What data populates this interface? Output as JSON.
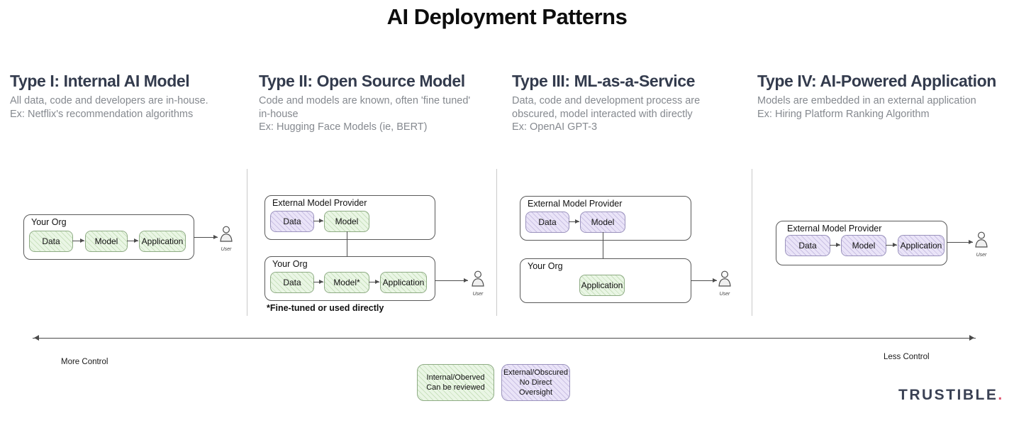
{
  "title": "AI Deployment Patterns",
  "columns": [
    {
      "heading": "Type I: Internal AI Model",
      "description": "All data, code and developers are in-house.\nEx: Netflix's recommendation algorithms"
    },
    {
      "heading": "Type II: Open Source Model",
      "description": "Code and models are known, often 'fine tuned'\nin-house\nEx: Hugging Face Models (ie, BERT)"
    },
    {
      "heading": "Type III: ML-as-a-Service",
      "description": "Data, code and development process are\nobscured, model interacted with directly\nEx: OpenAI GPT-3"
    },
    {
      "heading": "Type IV: AI-Powered Application",
      "description": "Models are embedded in an external application\nEx: Hiring Platform Ranking Algorithm"
    }
  ],
  "diagrams": {
    "type1": {
      "org_label": "Your Org",
      "boxes": [
        "Data",
        "Model",
        "Application"
      ],
      "user_label": "User"
    },
    "type2": {
      "provider_label": "External Model Provider",
      "provider_boxes": [
        "Data",
        "Model"
      ],
      "org_label": "Your Org",
      "org_boxes": [
        "Data",
        "Model*",
        "Application"
      ],
      "footnote": "*Fine-tuned or used directly",
      "user_label": "User"
    },
    "type3": {
      "provider_label": "External Model Provider",
      "provider_boxes": [
        "Data",
        "Model"
      ],
      "org_label": "Your Org",
      "org_boxes": [
        "Application"
      ],
      "user_label": "User"
    },
    "type4": {
      "provider_label": "External Model Provider",
      "boxes": [
        "Data",
        "Model",
        "Application"
      ],
      "user_label": "User"
    }
  },
  "axis": {
    "left_label": "More Control",
    "right_label": "Less Control"
  },
  "legend": [
    {
      "text": "Internal/Oberved\nCan be reviewed",
      "variant": "green"
    },
    {
      "text": "External/Obscured\nNo Direct Oversight",
      "variant": "purple"
    }
  ],
  "brand": {
    "name": "TRUSTIBLE",
    "mark": "."
  },
  "colors": {
    "green_fill": "#eaf6e5",
    "green_border": "#8fac85",
    "purple_fill": "#eae4f8",
    "purple_border": "#9b93bd",
    "heading": "#333b4d",
    "description": "#85898f",
    "brand_navy": "#3a4154",
    "brand_red": "#e0526e"
  }
}
